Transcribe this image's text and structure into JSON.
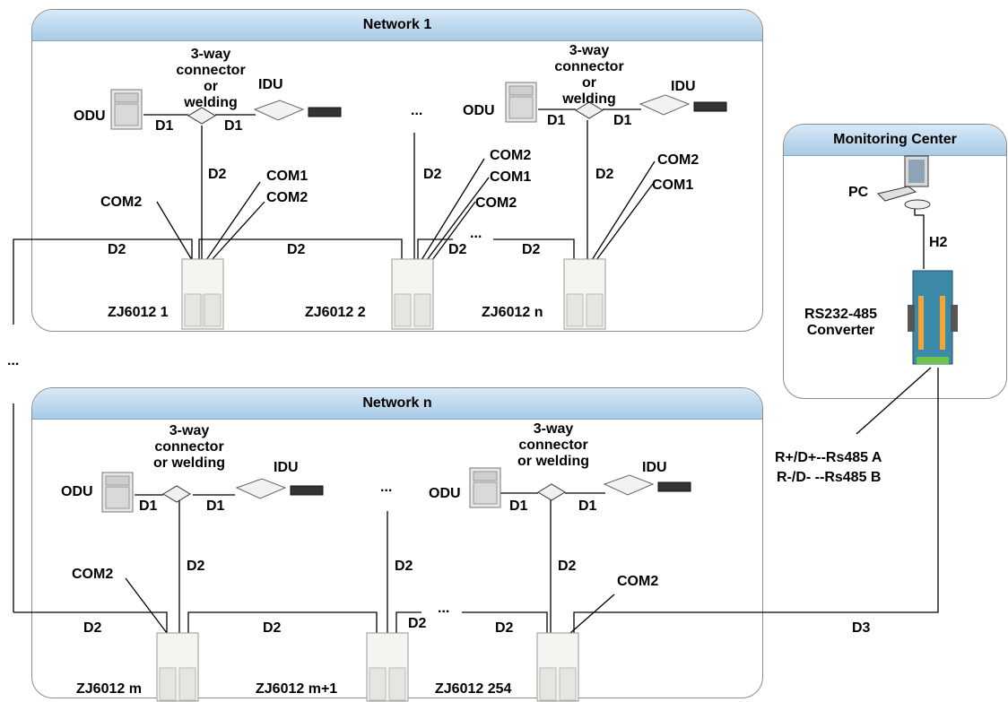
{
  "networks": [
    {
      "title": "Network 1"
    },
    {
      "title": "Network n"
    }
  ],
  "monitoring": {
    "title": "Monitoring Center",
    "pc": "PC",
    "h2": "H2",
    "converter": "RS232-485\nConverter",
    "wiring_a": "R+/D+--Rs485 A",
    "wiring_b": "R-/D- --Rs485 B"
  },
  "labels": {
    "odu": "ODU",
    "idu": "IDU",
    "connector": "3-way\nconnector or\nwelding",
    "connector_b": "3-way\nconnector\nor welding",
    "d1": "D1",
    "d2": "D2",
    "d3": "D3",
    "com1": "COM1",
    "com2": "COM2",
    "ellipsis": "..."
  },
  "gateways": [
    "ZJ6012 1",
    "ZJ6012 2",
    "ZJ6012 n",
    "ZJ6012 m",
    "ZJ6012 m+1",
    "ZJ6012 254"
  ],
  "colors": {
    "header_top": "#d7e9f7",
    "header_bottom": "#a9cbe6",
    "border": "#8c8c8c",
    "line": "#000000"
  }
}
